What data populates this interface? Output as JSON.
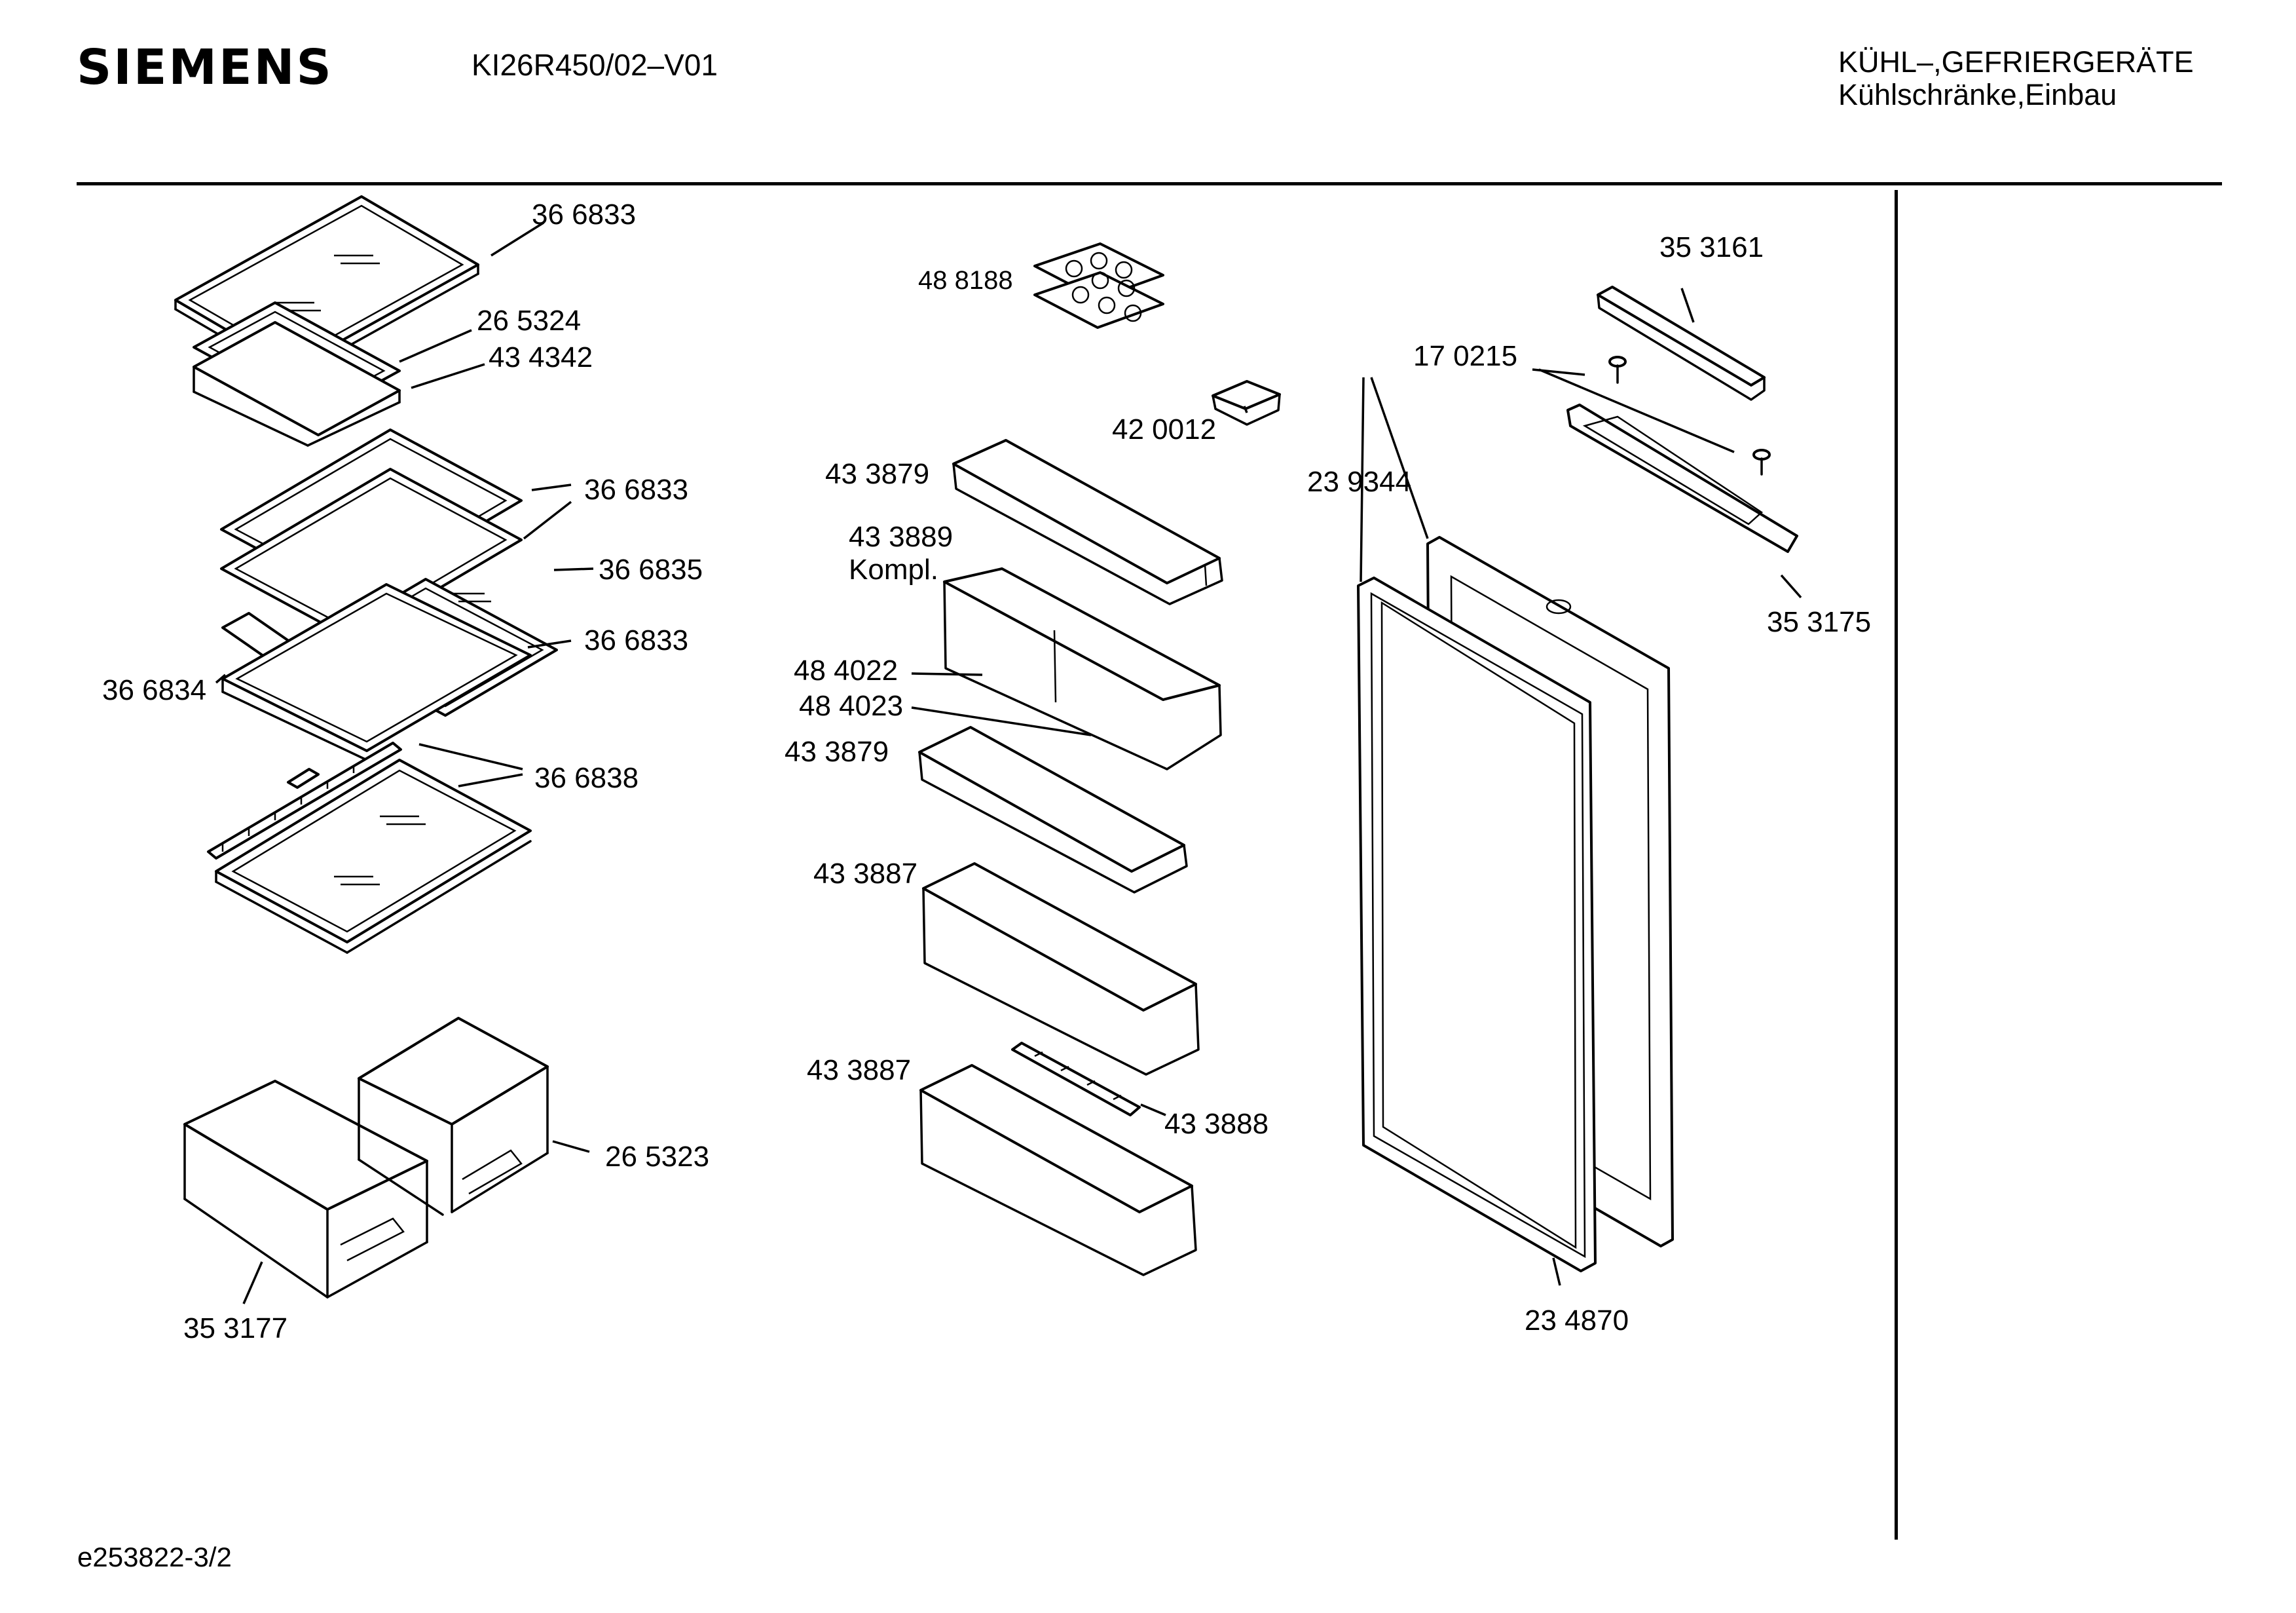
{
  "header": {
    "brand": "SIEMENS",
    "model": "KI26R450/02–V01",
    "category_line1": "KÜHL–,GEFRIERGERÄTE",
    "category_line2": "Kühlschränke,Einbau"
  },
  "footer": {
    "drawing_id": "e253822-3/2"
  },
  "parts": {
    "p366833_top": "36 6833",
    "p265324": "26 5324",
    "p434342": "43 4342",
    "p366833_mid1": "36 6833",
    "p366835": "36 6835",
    "p366833_mid2": "36 6833",
    "p366834": "36 6834",
    "p366838": "36 6838",
    "p265323": "26 5323",
    "p353177": "35 3177",
    "p488188": "48  8188",
    "p420012": "42 0012",
    "p433879_a": "43 3879",
    "p433889": "43 3889",
    "p433889_note": "Kompl.",
    "p484022": "48 4022",
    "p484023": "48 4023",
    "p433879_b": "43 3879",
    "p433887_a": "43 3887",
    "p433887_b": "43 3887",
    "p433888": "43 3888",
    "p353161": "35 3161",
    "p170215": "17 0215",
    "p239344": "23 9344",
    "p353175": "35 3175",
    "p234870": "23 4870"
  }
}
